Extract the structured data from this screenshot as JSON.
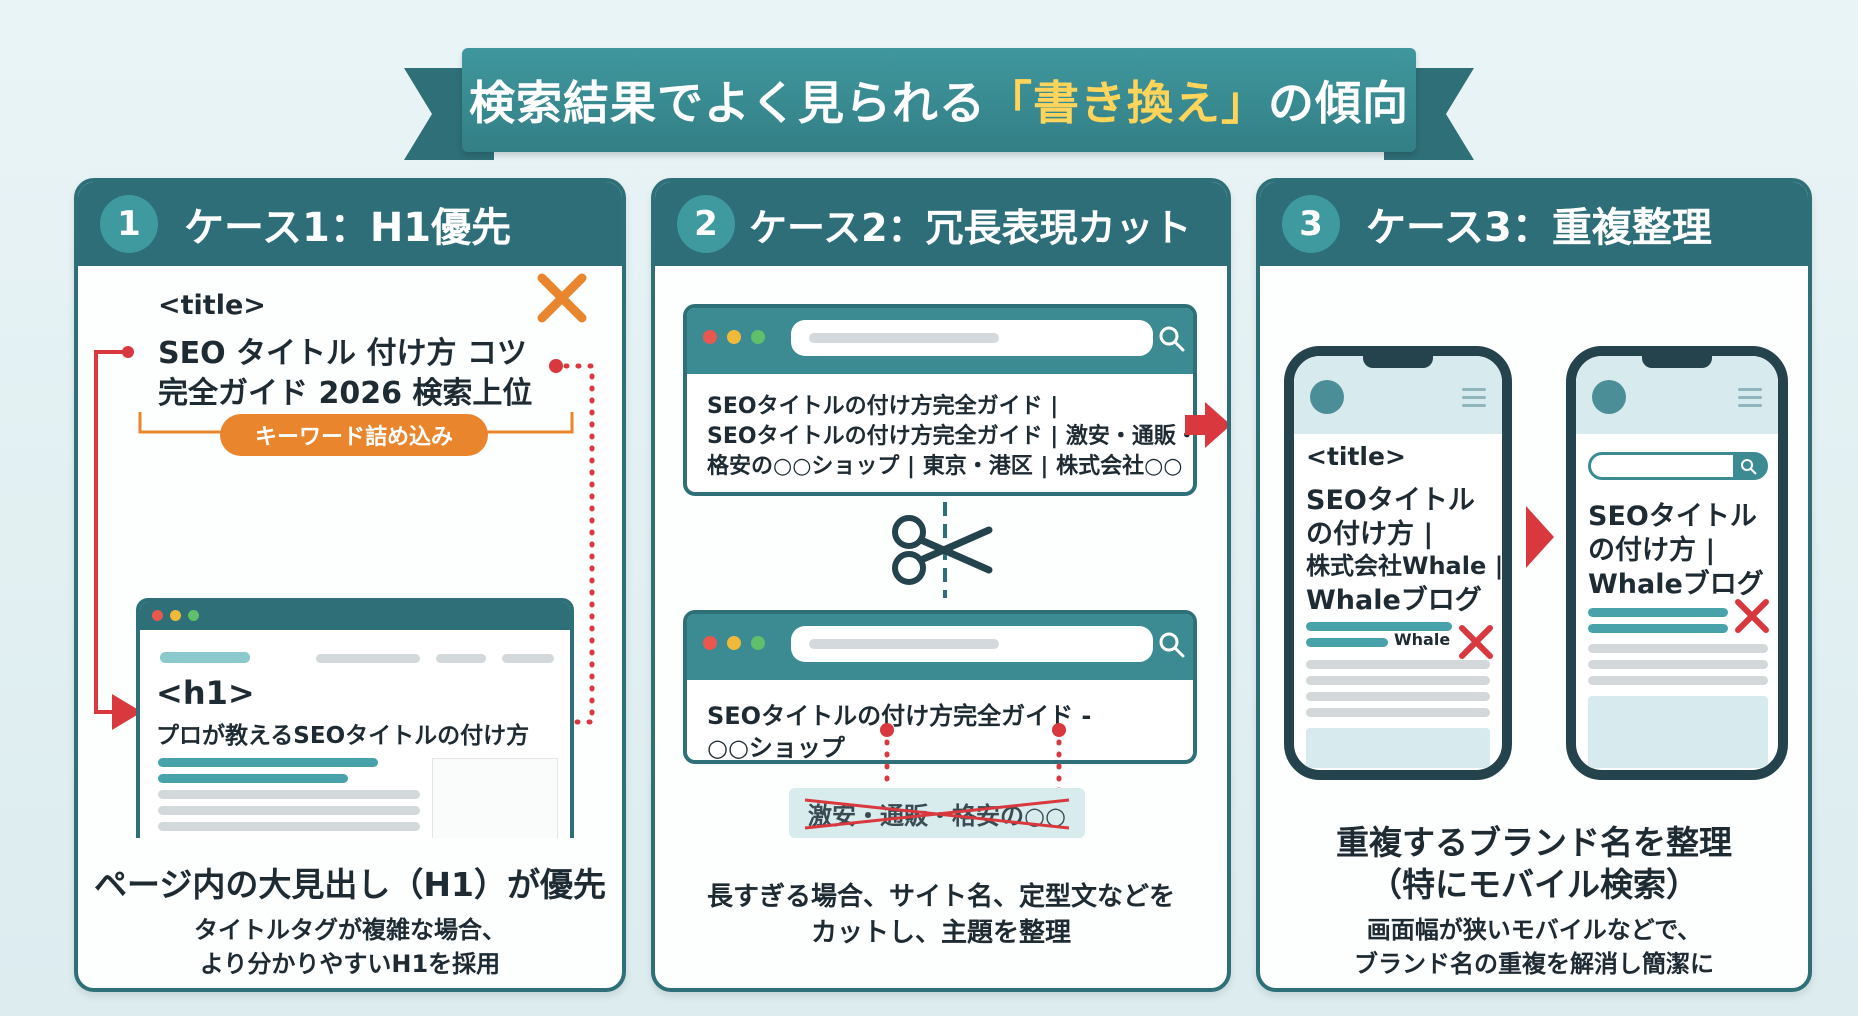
{
  "banner": {
    "title_before": "検索結果でよく見られる",
    "title_highlight": "「書き換え」",
    "title_after": "の傾向"
  },
  "colors": {
    "header_teal": "#2e6e78",
    "accent_teal": "#3f9aa0",
    "orange": "#e9852c",
    "red": "#d8383e",
    "highlight_yellow": "#ffd45a"
  },
  "cases": [
    {
      "number": "1",
      "title": "ケース1：H1優先",
      "title_tag": "<title>",
      "title_line1": "SEO タイトル 付け方 コツ",
      "title_line2": "完全ガイド 2026 検索上位",
      "badge": "キーワード詰め込み",
      "h1_tag": "<h1>",
      "h1_text": "プロが教えるSEOタイトルの付け方",
      "caption_main": "ページ内の大見出し（H1）が優先",
      "caption_sub1": "タイトルタグが複雑な場合、",
      "caption_sub2": "より分かりやすいH1を採用"
    },
    {
      "number": "2",
      "title": "ケース2：冗長表現カット",
      "before_line1": "SEOタイトルの付け方完全ガイド |",
      "before_line2": "SEOタイトルの付け方完全ガイド | 激安・通販・",
      "before_line3": "格安の○○ショップ | 東京・港区 | 株式会社○○",
      "after_line1": "SEOタイトルの付け方完全ガイド -",
      "after_line2": "○○ショップ",
      "removed_text": "激安・通販・格安の○○",
      "caption_sub1": "長すぎる場合、サイト名、定型文などを",
      "caption_sub2": "カットし、主題を整理"
    },
    {
      "number": "3",
      "title": "ケース3：重複整理",
      "phone1_tag": "<title>",
      "phone1_line1": "SEOタイトル",
      "phone1_line2": "の付け方 |",
      "phone1_line3": "株式会社Whale |",
      "phone1_line4": "Whaleブログ",
      "phone1_small": "Whale",
      "phone2_line1": "SEOタイトル",
      "phone2_line2": "の付け方 |",
      "phone2_line3": "Whaleブログ",
      "caption_main1": "重複するブランド名を整理",
      "caption_main2": "（特にモバイル検索）",
      "caption_sub1": "画面幅が狭いモバイルなどで、",
      "caption_sub2": "ブランド名の重複を解消し簡潔に"
    }
  ]
}
